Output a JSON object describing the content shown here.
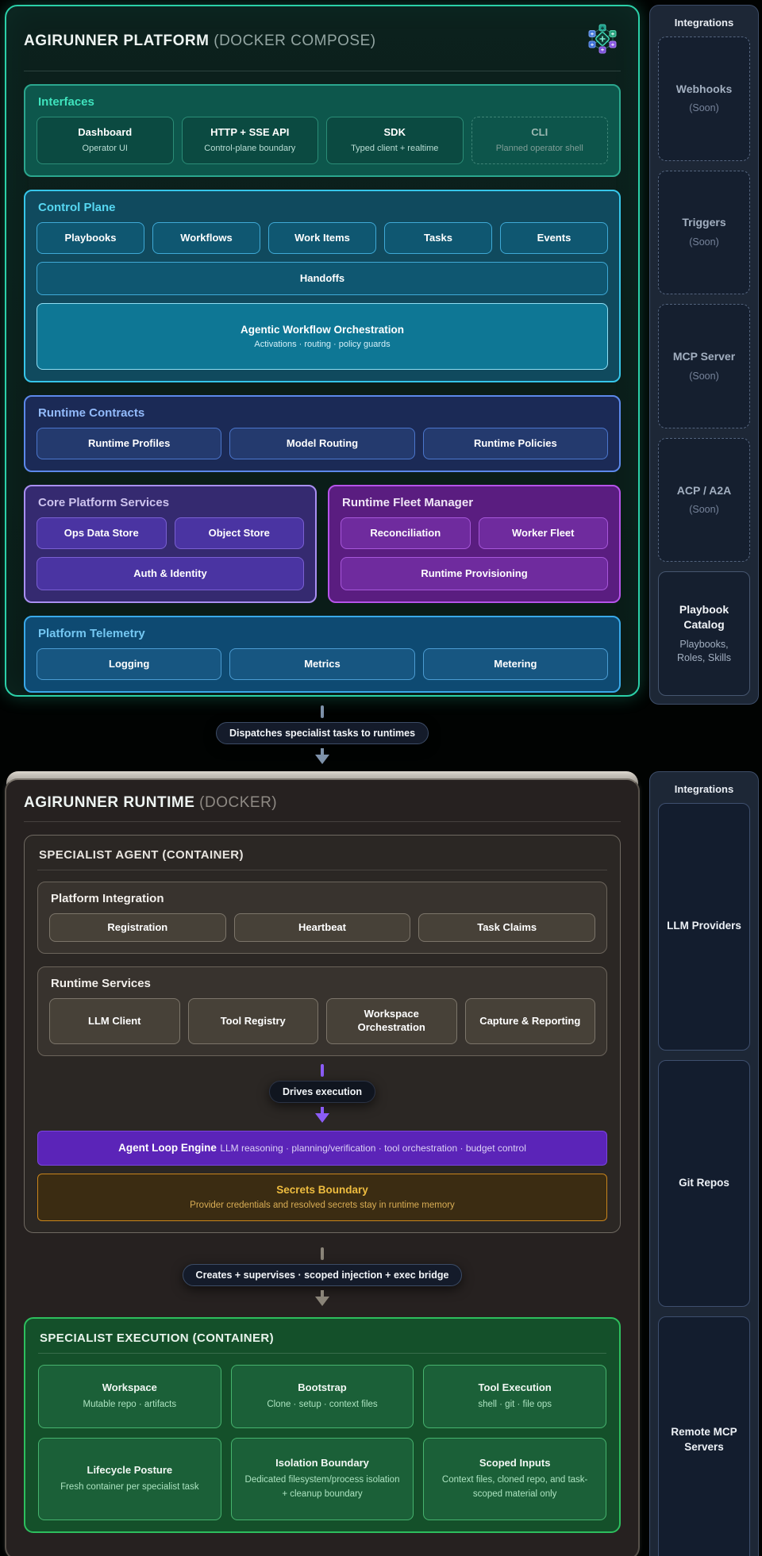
{
  "platform": {
    "title": "AGIRUNNER PLATFORM",
    "subtitle": "(DOCKER COMPOSE)",
    "icon": "hex-network-icon",
    "interfaces": {
      "title": "Interfaces",
      "cards": [
        {
          "title": "Dashboard",
          "subtitle": "Operator UI"
        },
        {
          "title": "HTTP + SSE API",
          "subtitle": "Control-plane boundary"
        },
        {
          "title": "SDK",
          "subtitle": "Typed client + realtime"
        },
        {
          "title": "CLI",
          "subtitle": "Planned operator shell"
        }
      ]
    },
    "control_plane": {
      "title": "Control Plane",
      "chips": [
        "Playbooks",
        "Workflows",
        "Work Items",
        "Tasks",
        "Events"
      ],
      "wide_chip": "Handoffs",
      "feature": {
        "title": "Agentic Workflow Orchestration",
        "subtitle": "Activations · routing · policy guards"
      }
    },
    "runtime_contracts": {
      "title": "Runtime Contracts",
      "chips": [
        "Runtime Profiles",
        "Model Routing",
        "Runtime Policies"
      ]
    },
    "core_services": {
      "title": "Core Platform Services",
      "chips": [
        "Ops Data Store",
        "Object Store"
      ],
      "wide_chip": "Auth & Identity"
    },
    "fleet_manager": {
      "title": "Runtime Fleet Manager",
      "chips": [
        "Reconciliation",
        "Worker Fleet"
      ],
      "wide_chip": "Runtime Provisioning"
    },
    "telemetry": {
      "title": "Platform Telemetry",
      "chips": [
        "Logging",
        "Metrics",
        "Metering"
      ]
    }
  },
  "connectors": {
    "dispatch": "Dispatches specialist tasks to runtimes",
    "drives": "Drives execution",
    "creates": "Creates + supervises · scoped injection + exec bridge"
  },
  "runtime": {
    "title": "AGIRUNNER RUNTIME",
    "subtitle": "(DOCKER)",
    "agent": {
      "title": "SPECIALIST AGENT (CONTAINER)",
      "platform_integration": {
        "title": "Platform Integration",
        "chips": [
          "Registration",
          "Heartbeat",
          "Task Claims"
        ]
      },
      "runtime_services": {
        "title": "Runtime Services",
        "chips": [
          "LLM Client",
          "Tool Registry",
          "Workspace Orchestration",
          "Capture & Reporting"
        ]
      },
      "loop_engine": {
        "title": "Agent Loop Engine",
        "subtitle": "LLM reasoning · planning/verification · tool orchestration · budget control"
      },
      "secrets": {
        "title": "Secrets Boundary",
        "subtitle": "Provider credentials and resolved secrets stay in runtime memory"
      }
    },
    "execution": {
      "title": "SPECIALIST EXECUTION (CONTAINER)",
      "cards": [
        {
          "title": "Workspace",
          "subtitle": "Mutable repo · artifacts"
        },
        {
          "title": "Bootstrap",
          "subtitle": "Clone · setup · context files"
        },
        {
          "title": "Tool Execution",
          "subtitle": "shell · git · file ops"
        },
        {
          "title": "Lifecycle Posture",
          "subtitle": "Fresh container per specialist task"
        },
        {
          "title": "Isolation Boundary",
          "subtitle": "Dedicated filesystem/process isolation + cleanup boundary"
        },
        {
          "title": "Scoped Inputs",
          "subtitle": "Context files, cloned repo, and task-scoped material only"
        }
      ]
    }
  },
  "sidebar_platform": {
    "title": "Integrations",
    "items": [
      {
        "title": "Webhooks",
        "subtitle": "(Soon)"
      },
      {
        "title": "Triggers",
        "subtitle": "(Soon)"
      },
      {
        "title": "MCP Server",
        "subtitle": "(Soon)"
      },
      {
        "title": "ACP / A2A",
        "subtitle": "(Soon)"
      },
      {
        "title": "Playbook Catalog",
        "subtitle": "Playbooks, Roles, Skills"
      }
    ]
  },
  "sidebar_runtime": {
    "title": "Integrations",
    "items": [
      {
        "title": "LLM Providers"
      },
      {
        "title": "Git Repos"
      },
      {
        "title": "Remote MCP Servers"
      }
    ]
  },
  "colors": {
    "platform_accent": "#2bd0a8",
    "control_accent": "#36c6ea",
    "contracts_accent": "#5c88ea",
    "core_accent": "#a98ff2",
    "fleet_accent": "#b653ea",
    "telemetry_accent": "#39a9e9",
    "loop_accent": "#8b5cf6",
    "secrets_accent": "#c9851c",
    "execution_accent": "#2dbf5e"
  }
}
